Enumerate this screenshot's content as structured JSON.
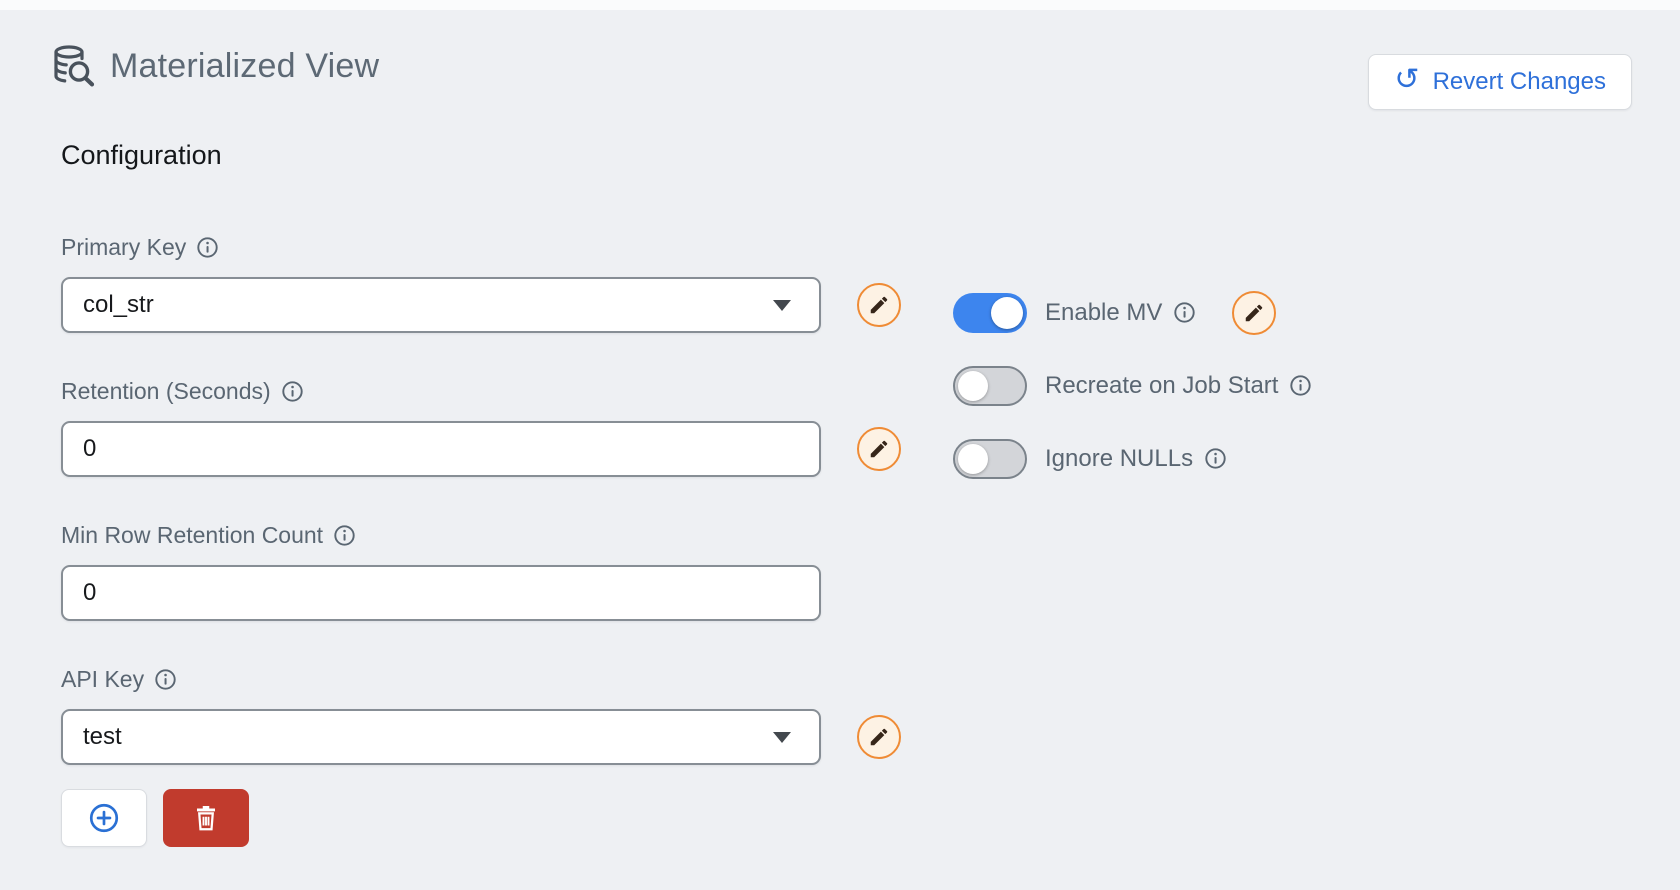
{
  "header": {
    "title": "Materialized View",
    "revert_button": "Revert Changes",
    "revert_icon_glyph": "↺"
  },
  "section": {
    "heading": "Configuration"
  },
  "fields": {
    "primary_key": {
      "label": "Primary Key",
      "value": "col_str",
      "type": "select"
    },
    "retention": {
      "label": "Retention (Seconds)",
      "value": "0",
      "type": "input"
    },
    "min_row": {
      "label": "Min Row Retention Count",
      "value": "0",
      "type": "input"
    },
    "api_key": {
      "label": "API Key",
      "value": "test",
      "type": "select"
    }
  },
  "toggles": [
    {
      "label": "Enable MV",
      "state": "on"
    },
    {
      "label": "Recreate on Job Start",
      "state": "off"
    },
    {
      "label": "Ignore NULLs",
      "state": "off"
    }
  ],
  "icons": {
    "title": "database-search-icon",
    "label_suffix": "info-icon",
    "edit": "pencil-icon",
    "add": "circled-plus-icon",
    "delete": "trash-icon"
  },
  "colors": {
    "page_background": "#eef0f3",
    "accent_blue": "#2e70d9",
    "toggle_on_blue": "#3d85ee",
    "toggle_off_gray": "#d3d5d9",
    "edit_orange_border": "#ef8b35",
    "edit_cream_background": "#fdf2e4",
    "delete_red": "#c13b2d",
    "field_border_gray": "#878e95",
    "label_gray": "#5a6672",
    "title_gray": "#5d6975"
  }
}
